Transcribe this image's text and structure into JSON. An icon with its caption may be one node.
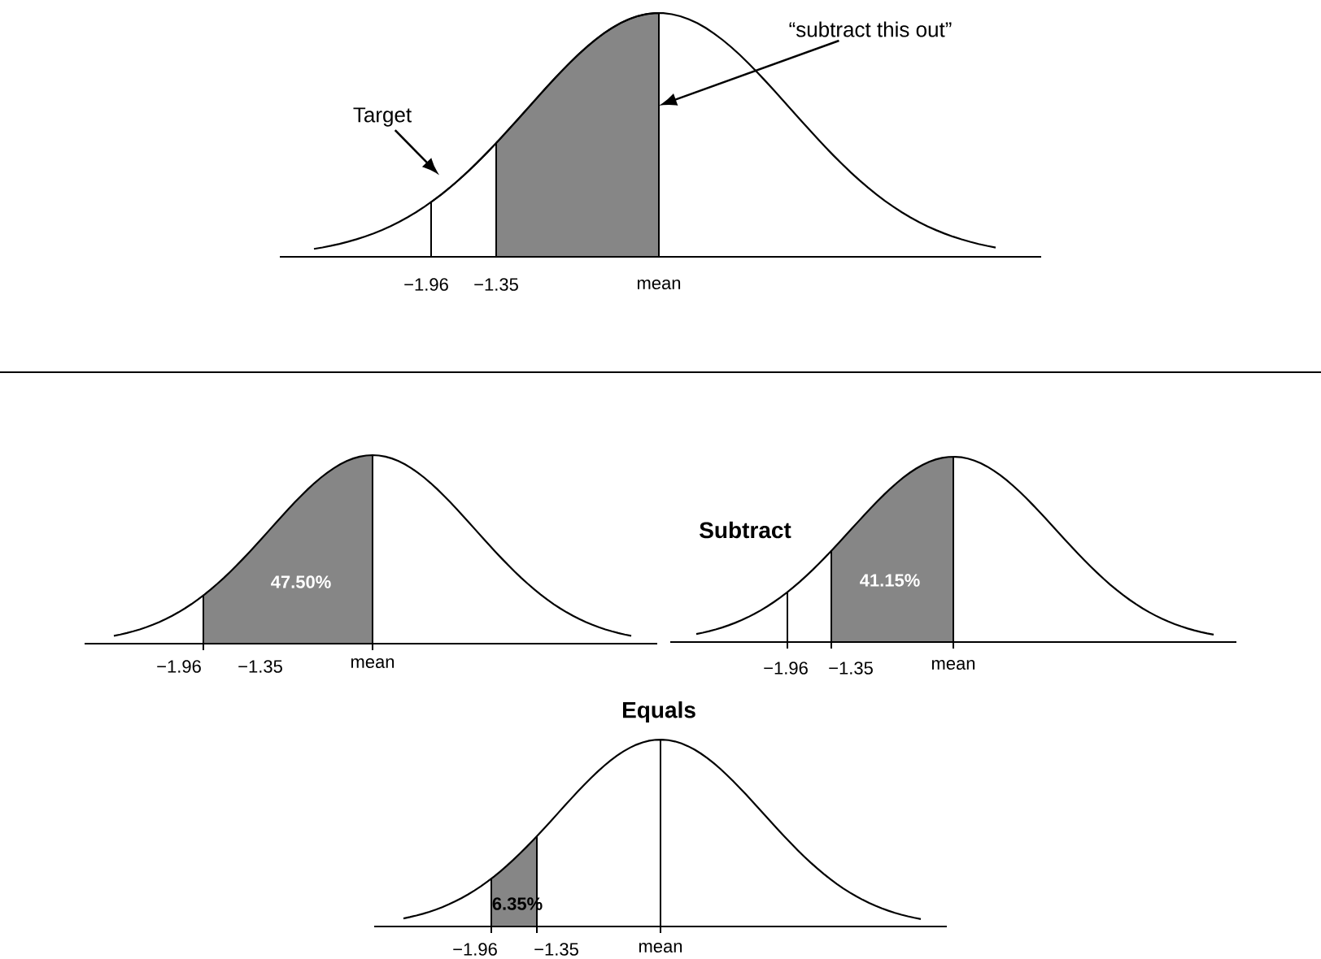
{
  "diagram": {
    "nodes": [
      {
        "text": [
          "Target"
        ]
      },
      {
        "text": [],
        "shape": "area"
      },
      {
        "text": [
          "“subtract this out”"
        ]
      },
      {
        "text": [],
        "shape": "area"
      }
    ],
    "edges": [
      {
        "from": 0,
        "to": 1,
        "arrow": "to"
      },
      {
        "from": 2,
        "to": 3,
        "arrow": "to"
      }
    ],
    "labels": [
      "−1.96",
      "−1.35",
      "mean",
      "Subtract",
      "47.50%",
      "41.15%",
      "−1.96",
      "−1.35",
      "mean",
      "−1.96",
      "−1.35",
      "mean",
      "Equals",
      "6.35%",
      "−1.96",
      "−1.35",
      "mean"
    ]
  }
}
